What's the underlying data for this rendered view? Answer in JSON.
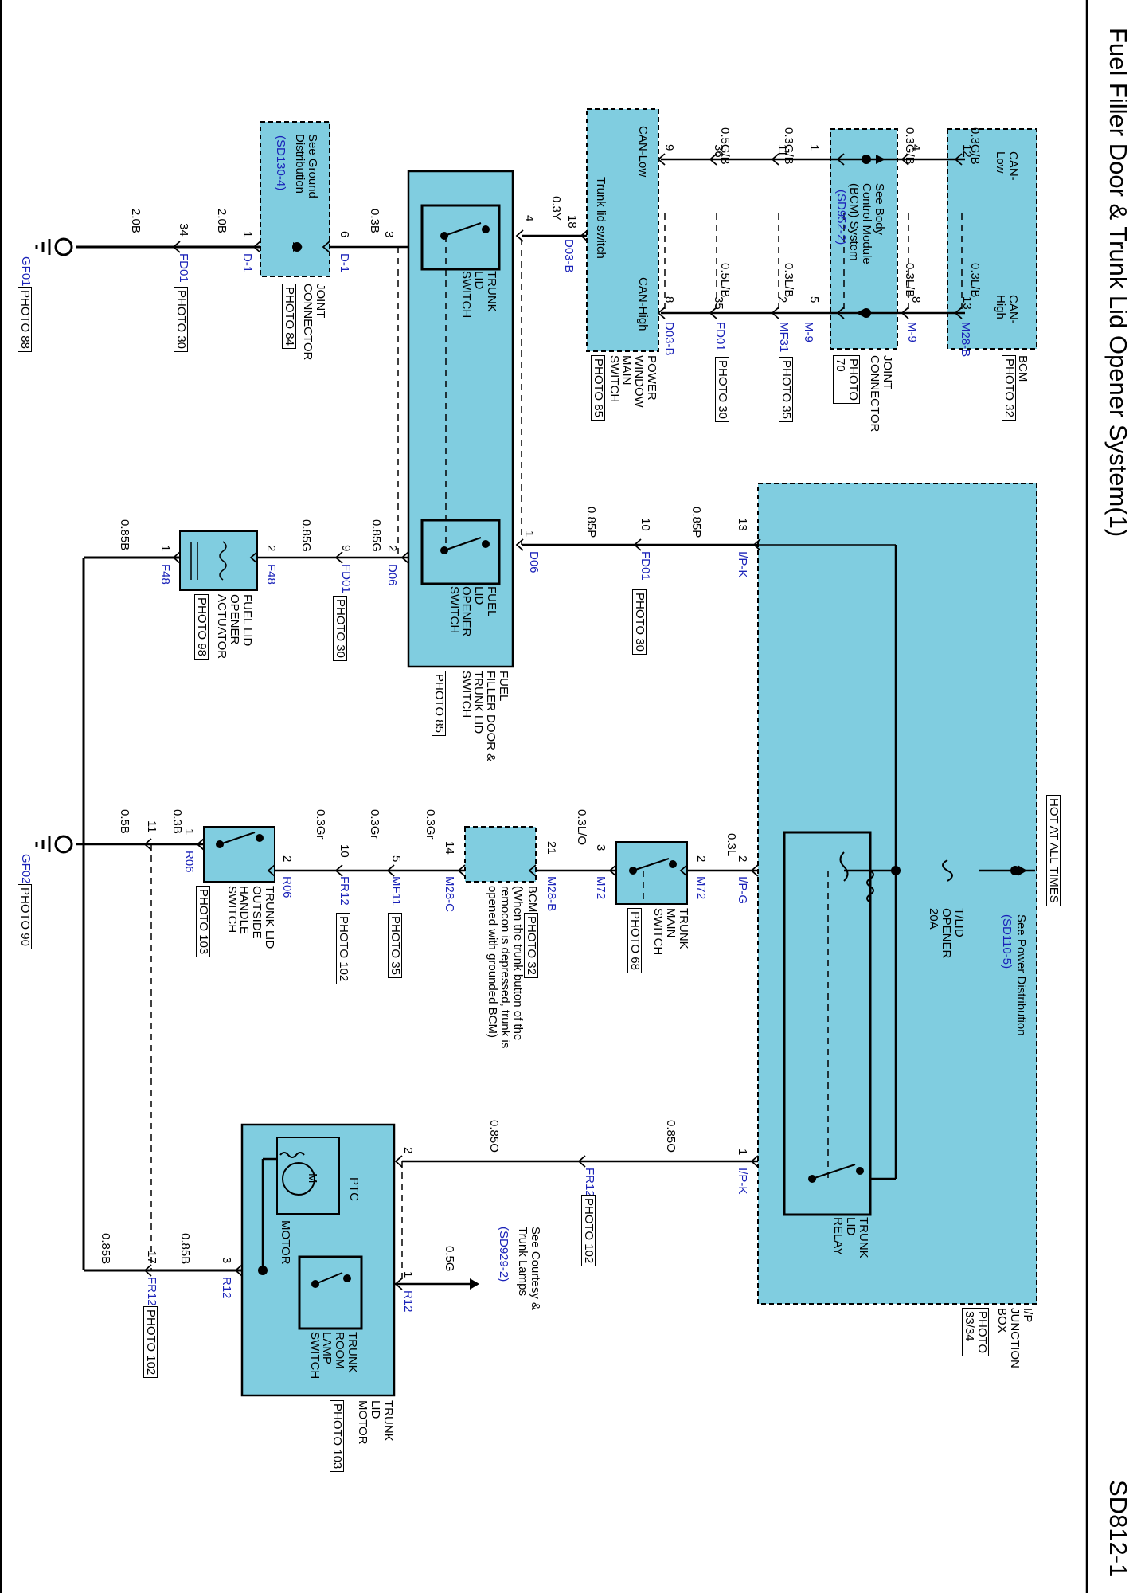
{
  "title": "Fuel Filler Door & Trunk Lid Opener System(1)",
  "page_id": "SD812-1",
  "hot_at_all_times": "HOT AT ALL TIMES",
  "colors": {
    "component_fill": "#80cde0",
    "connector_label": "#1a22b8",
    "wire": "#000000"
  },
  "components": {
    "bcm_top": {
      "name": "BCM",
      "photo": "PHOTO 32",
      "can_low": "CAN-\nLow",
      "can_high": "CAN-\nHigh"
    },
    "joint_connector_70": {
      "name": "JOINT\nCONNECTOR",
      "photo": "PHOTO\n70",
      "note": "See Body\nControl Module\n(BCM) System",
      "ref": "(SD952-2)"
    },
    "power_window_switch": {
      "name": "POWER\nWINDOW\nMAIN\nSWITCH",
      "photo": "PHOTO 85",
      "can_low": "CAN-Low",
      "can_high": "CAN-High",
      "inner": "Trunk lid switch"
    },
    "joint_connector_84": {
      "name": "JOINT\nCONNECTOR",
      "photo": "PHOTO 84"
    },
    "ground_ref": {
      "note": "See Ground\nDistribution",
      "ref": "(SD130-4)"
    },
    "fuel_trunk_switch": {
      "name": "FUEL\nFILLER DOOR &\nTRUNK LID\nSWITCH",
      "photo": "PHOTO 85",
      "trunk_switch": "TRUNK\nLID\nSWITCH",
      "fuel_switch": "FUEL\nLID\nOPENER\nSWITCH"
    },
    "fuel_lid_actuator": {
      "name": "FUEL LID\nOPENER\nACTUATOR",
      "photo": "PHOTO 98"
    },
    "ip_junction_box": {
      "name": "I/P\nJUNCTION\nBOX",
      "photo": "PHOTO\n33/34"
    },
    "fuse": {
      "name": "T/LID\nOPENER\n20A"
    },
    "power_ref": {
      "note": "See Power Distribution",
      "ref": "(SD110-5)"
    },
    "trunk_lid_relay": {
      "name": "TRUNK\nLID\nRELAY"
    },
    "trunk_main_switch": {
      "name": "TRUNK\nMAIN\nSWITCH",
      "photo": "PHOTO 68"
    },
    "bcm_mid": {
      "name": "BCM",
      "photo": "PHOTO 32",
      "note": "(When the trunk button of the\nremocon is depressed, trunk is\nopened with grounded BCM)"
    },
    "trunk_outside_switch": {
      "name": "TRUNK LID\nOUTSIDE\nHANDLE\nSWITCH",
      "photo": "PHOTO 103"
    },
    "trunk_lid_motor": {
      "name": "TRUNK\nLID\nMOTOR",
      "photo": "PHOTO 103",
      "motor": "MOTOR",
      "ptc": "PTC",
      "m": "M",
      "room_switch": "TRUNK\nROOM\nLAMP\nSWITCH"
    },
    "courtesy_ref": {
      "note": "See Courtesy &\nTrunk Lamps",
      "ref": "(SD929-2)"
    },
    "ground_gf01": {
      "name": "GF01",
      "photo": "PHOTO 88"
    },
    "ground_gf02": {
      "name": "GF02",
      "photo": "PHOTO 90"
    }
  },
  "connectors": {
    "m28b": "M28-B",
    "m9a": "M-9",
    "m9b": "M-9",
    "mf31": "MF31",
    "fd01a": "FD01",
    "d03ba": "D03-B",
    "d03bb": "D03-B",
    "d1a": "D-1",
    "d1b": "D-1",
    "fd01b": "FD01",
    "d06a": "D06",
    "d06b": "D06",
    "fd01c": "FD01",
    "fd01d": "FD01",
    "f48a": "F48",
    "f48b": "F48",
    "ipk1": "I/P-K",
    "ipk2": "I/P-K",
    "ipg": "I/P-G",
    "m72a": "M72",
    "m72b": "M72",
    "m28b2": "M28-B",
    "m28c": "M28-C",
    "mf11": "MF11",
    "fr12a": "FR12",
    "r06a": "R06",
    "r06b": "R06",
    "fr12b": "FR12",
    "r12a": "R12",
    "r12b": "R12",
    "fr12c": "FR12"
  },
  "photos": {
    "mf31": "PHOTO 35",
    "fd01a": "PHOTO 30",
    "fd01b": "PHOTO 30",
    "fd01c": "PHOTO 30",
    "fd01d": "PHOTO 30",
    "mf11": "PHOTO 35",
    "fr12a": "PHOTO 102",
    "fr12b": "PHOTO 102",
    "fr12c": "PHOTO 102"
  },
  "wires": {
    "w1": "0.3G/B",
    "w2": "0.3G/B",
    "w3": "0.3G/B",
    "w4": "0.5G/B",
    "w5": "0.3L/B",
    "w6": "0.3L/B",
    "w7": "0.3L/B",
    "w8": "0.5L/B",
    "w9": "0.3Y",
    "w10": "0.3B",
    "w11": "2.0B",
    "w12": "2.0B",
    "w13": "0.85P",
    "w14": "0.85P",
    "w15": "0.85G",
    "w16": "0.85G",
    "w17": "0.85B",
    "w18": "0.3L",
    "w19": "0.3L/O",
    "w20": "0.3Gr",
    "w21": "0.3Gr",
    "w22": "0.3Gr",
    "w23": "0.3B",
    "w24": "0.5B",
    "w25": "0.85O",
    "w26": "0.85O",
    "w27": "0.5G",
    "w28": "0.85B",
    "w29": "0.85B"
  },
  "pins": {
    "p12": "12",
    "p4": "4",
    "p13": "13",
    "p8a": "8",
    "p1a": "1",
    "p5": "5",
    "p11": "11",
    "p2a": "2",
    "p36": "36",
    "p35": "35",
    "p9a": "9",
    "p8b": "8",
    "p18": "18",
    "p4b": "4",
    "p3a": "3",
    "p6": "6",
    "p1b": "1",
    "p34": "34",
    "p1c": "1",
    "p10a": "10",
    "p13b": "13",
    "p2b": "2",
    "p9b": "9",
    "p2c": "2",
    "p1d": "1",
    "p2d": "2",
    "p2e": "2",
    "p3b": "3",
    "p21": "21",
    "p14": "14",
    "p5b": "5",
    "p10b": "10",
    "p2f": "2",
    "p1e": "1",
    "p11b": "11",
    "p1f": "1",
    "p2g": "2",
    "p1g": "1",
    "p3c": "3",
    "p17": "17"
  }
}
